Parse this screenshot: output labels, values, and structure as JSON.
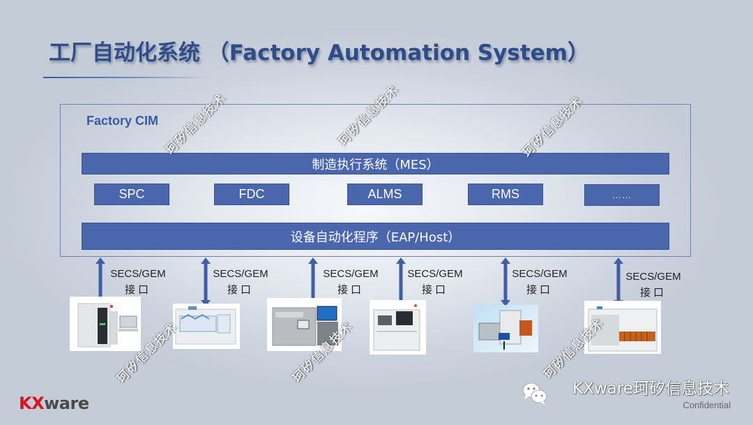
{
  "title": "工厂自动化系统 （Factory Automation System）",
  "cim": {
    "label": "Factory CIM",
    "mes_label": "制造执行系统（MES）",
    "modules": [
      "SPC",
      "FDC",
      "ALMS",
      "RMS",
      "……"
    ],
    "eap_label": "设备自动化程序（EAP/Host）"
  },
  "interfaces": [
    {
      "protocol": "SECS/GEM",
      "label": "接口"
    },
    {
      "protocol": "SECS/GEM",
      "label": "接口"
    },
    {
      "protocol": "SECS/GEM",
      "label": "接口"
    },
    {
      "protocol": "SECS/GEM",
      "label": "接口"
    },
    {
      "protocol": "SECS/GEM",
      "label": "接口"
    },
    {
      "protocol": "SECS/GEM",
      "label": "接口"
    }
  ],
  "watermark_text": "珂矽信息技术",
  "footer": {
    "logo_kx": "KX",
    "logo_ware": "ware",
    "brand": "KXware珂矽信息技术",
    "confidential": "Confidential",
    "wechat_icon": "wechat-icon"
  },
  "colors": {
    "bar_fill": "#4a66ad",
    "title": "#2f4c8a",
    "logo_red": "#e0101a",
    "arrow": "#3e5ea8"
  }
}
